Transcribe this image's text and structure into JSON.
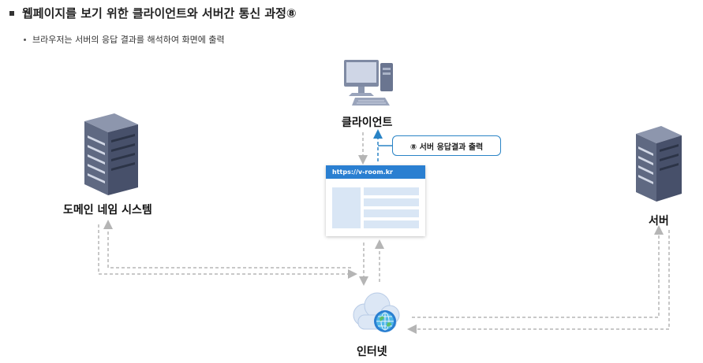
{
  "heading": {
    "title": "웹페이지를 보기 위한 클라이언트와 서버간 통신 과정⑧"
  },
  "bullet": {
    "text": "브라우저는 서버의 응답 결과를 해석하여 화면에 출력"
  },
  "nodes": {
    "client": "클라이언트",
    "dns": "도메인 네임 시스템",
    "server": "서버",
    "internet": "인터넷"
  },
  "step_box": {
    "label": "⑧ 서버 응답결과 출력"
  },
  "browser": {
    "url": "https://v-room.kr"
  },
  "colors": {
    "accent": "#2a84c6",
    "arrow_gray": "#b5b5b5",
    "arrow_blue": "#2a84c6"
  }
}
